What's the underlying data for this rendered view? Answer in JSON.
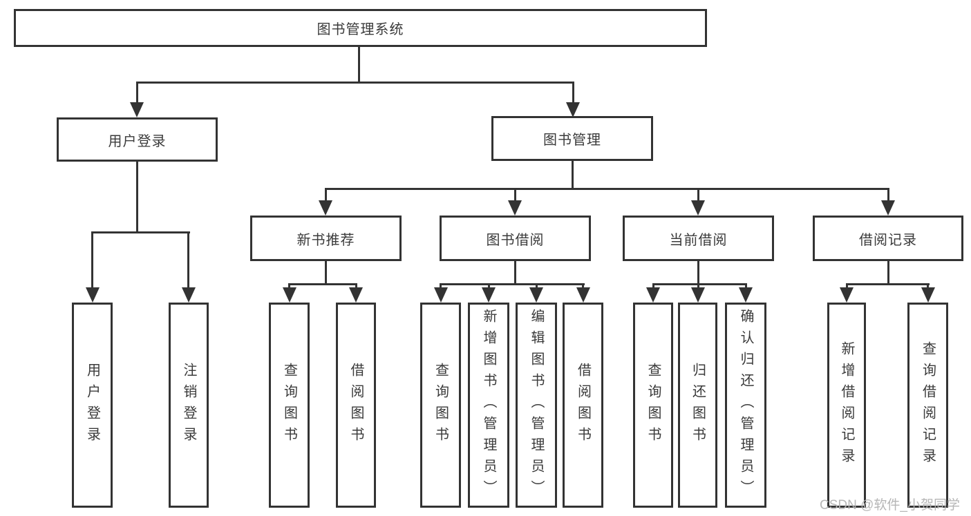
{
  "tree": {
    "label": "图书管理系统",
    "children": [
      {
        "label": "用户登录",
        "children": [
          {
            "label": "用户登录"
          },
          {
            "label": "注销登录"
          }
        ]
      },
      {
        "label": "图书管理",
        "children": [
          {
            "label": "新书推荐",
            "children": [
              {
                "label": "查询图书"
              },
              {
                "label": "借阅图书"
              }
            ]
          },
          {
            "label": "图书借阅",
            "children": [
              {
                "label": "查询图书"
              },
              {
                "label": "新增图书（管理员）"
              },
              {
                "label": "编辑图书（管理员）"
              },
              {
                "label": "借阅图书"
              }
            ]
          },
          {
            "label": "当前借阅",
            "children": [
              {
                "label": "查询图书"
              },
              {
                "label": "归还图书"
              },
              {
                "label": "确认归还（管理员）"
              }
            ]
          },
          {
            "label": "借阅记录",
            "children": [
              {
                "label": "新增借阅记录"
              },
              {
                "label": "查询借阅记录"
              }
            ]
          }
        ]
      }
    ]
  },
  "watermark": "CSDN @软件_小贺同学",
  "colors": {
    "line": "#333333",
    "text": "#3a3a3a",
    "background": "#ffffff",
    "watermark": "#b2b2b2"
  }
}
